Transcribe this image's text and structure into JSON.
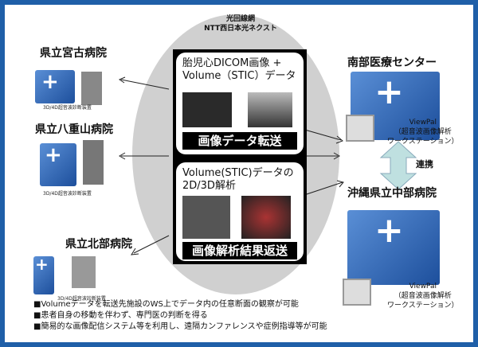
{
  "network": {
    "line1": "光回線網",
    "line2": "NTT西日本光ネクスト"
  },
  "center": {
    "top_title": "胎児心DICOM画像 + Volume（STIC）データ",
    "top_banner": "画像データ転送",
    "bottom_title": "Volume(STIC)データの 2D/3D解析",
    "bottom_banner": "画像解析結果返送"
  },
  "left_hospitals": [
    {
      "name": "県立宮古病院",
      "device": "3D/4D超音波診断装置"
    },
    {
      "name": "県立八重山病院",
      "device": "3D/4D超音波診断装置"
    },
    {
      "name": "県立北部病院",
      "device": "3D/4D超音波診断装置"
    }
  ],
  "right_hospitals": [
    {
      "name": "南部医療センター",
      "ws_name": "ViewPal",
      "ws_desc1": "（超音波画像解析",
      "ws_desc2": "ワークステーション）"
    },
    {
      "name": "沖縄県立中部病院",
      "ws_name": "ViewPal",
      "ws_desc1": "（超音波画像解析",
      "ws_desc2": "ワークステーション）"
    }
  ],
  "link_label": "連携",
  "bullets": [
    "■Volumeデータを転送先施設のWS上でデータ内の任意断面の観察が可能",
    "■患者自身の移動を伴わず、専門医の判断を得る",
    "■簡易的な画像配信システム等を利用し、遠隔カンファレンスや症例指導等が可能"
  ],
  "colors": {
    "frame": "#1f5fa8",
    "ellipse": "#d0d0d0",
    "building": "#2a5fae",
    "arrow": "#bfe0e0"
  }
}
